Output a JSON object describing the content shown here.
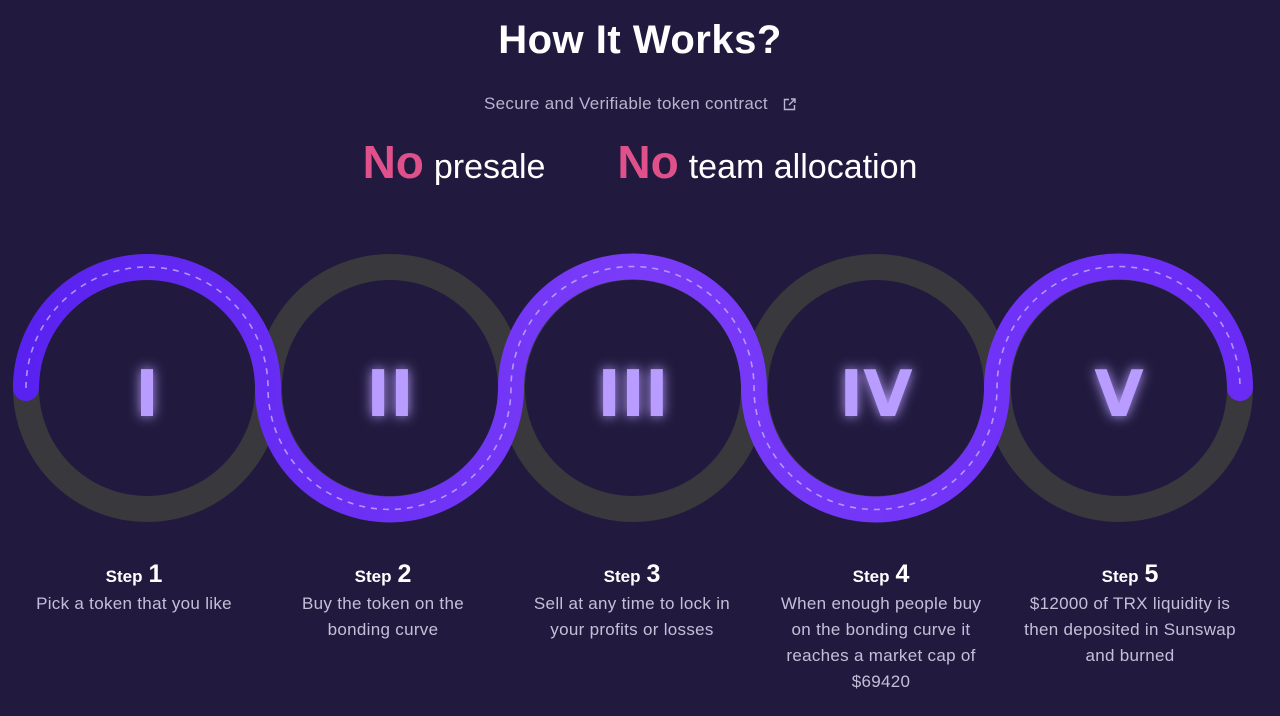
{
  "header": {
    "title": "How It Works?",
    "contract_link": "Secure and Verifiable token contract",
    "contract_link_icon": "external-link-icon"
  },
  "highlights": [
    {
      "no": "No",
      "text": "presale"
    },
    {
      "no": "No",
      "text": "team allocation"
    }
  ],
  "steps": [
    {
      "numeral": "I",
      "word": "Step",
      "number": "1",
      "description": "Pick a token that you like"
    },
    {
      "numeral": "II",
      "word": "Step",
      "number": "2",
      "description": "Buy the token on the bonding curve"
    },
    {
      "numeral": "III",
      "word": "Step",
      "number": "3",
      "description": "Sell at any time to lock in your profits or losses"
    },
    {
      "numeral": "IV",
      "word": "Step",
      "number": "4",
      "description": "When enough people buy on the bonding curve it reaches a market cap of $69420"
    },
    {
      "numeral": "V",
      "word": "Step",
      "number": "5",
      "description": "$12000 of TRX liquidity is then deposited in Sunswap and burned"
    }
  ],
  "colors": {
    "background": "#211a3e",
    "accent_pink": "#e0508b",
    "path_purple": "#6a2cf5",
    "ring_gray": "#38383d"
  }
}
